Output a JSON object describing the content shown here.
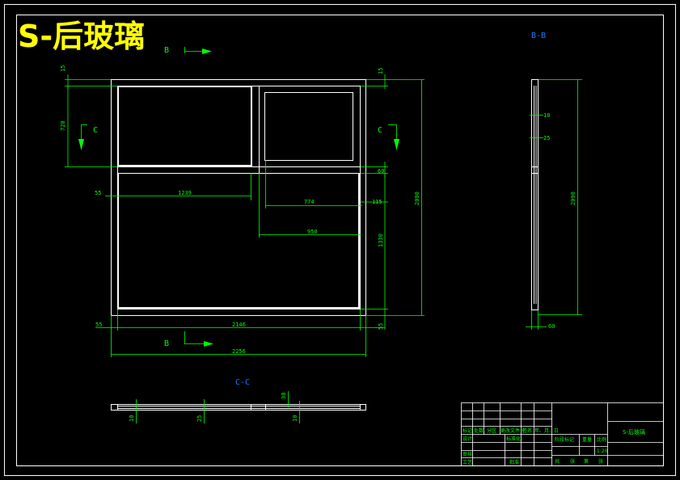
{
  "drawing_title": "S-后玻璃",
  "section_labels": {
    "bb": "B-B",
    "cc": "C-C"
  },
  "view_markers": {
    "b": "B",
    "c": "C"
  },
  "dimensions": {
    "d15_top_left": "15",
    "d15_top_right": "15",
    "d720": "720",
    "d55_left": "55",
    "d1239": "1239",
    "d60": "60",
    "d774": "774",
    "d115": "115",
    "d950": "950",
    "d1330": "1330",
    "d2090": "2090",
    "d55_bottom": "55",
    "d2146": "2146",
    "d55_bottom_right": "55",
    "d2256": "2256",
    "bb_10": "10",
    "bb_25": "25",
    "bb_2090": "2090",
    "bb_60": "60",
    "cc_10_left": "10",
    "cc_25": "25",
    "cc_30": "30",
    "cc_10_right": "10"
  },
  "title_block": {
    "part_name": "S-后玻璃",
    "row1": [
      "标记",
      "处数",
      "分区",
      "更改文件号",
      "签名",
      "年、月、日"
    ],
    "row2": [
      "设计",
      "标准化"
    ],
    "row3": [
      "审核"
    ],
    "row4": [
      "工艺",
      "批准"
    ],
    "stage_headers": [
      "阶段标记",
      "重量",
      "比例"
    ],
    "scale": "1:20",
    "sheet": [
      "共",
      "张",
      "第",
      "张"
    ]
  },
  "colors": {
    "line": "#ffffff",
    "dimension": "#00ff00",
    "title": "#ffff00",
    "section": "#1e78ff"
  }
}
